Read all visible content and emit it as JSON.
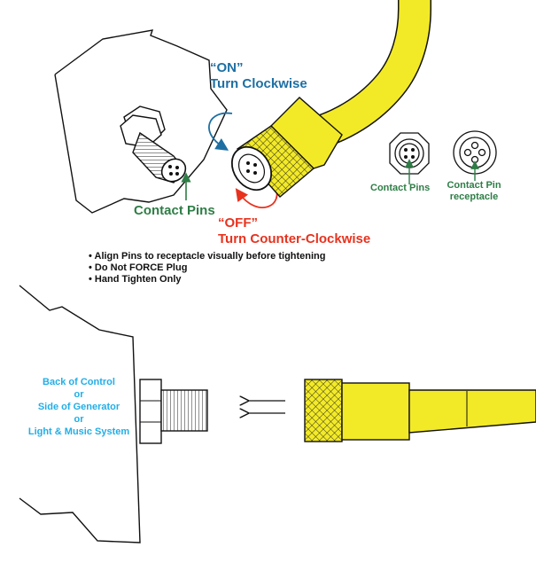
{
  "colors": {
    "cable_yellow": "#f3ea27",
    "on_blue": "#1d6fa3",
    "off_red": "#e8321e",
    "pins_green": "#2e7d46",
    "mount_cyan": "#22aee6",
    "outline": "#111111"
  },
  "labels": {
    "on_title": "“ON”",
    "on_action": "Turn Clockwise",
    "off_title": "“OFF”",
    "off_action": "Turn Counter-Clockwise",
    "contact_pins_main": "Contact Pins",
    "contact_pins_small": "Contact Pins",
    "receptacle": "Contact Pin receptacle"
  },
  "instructions": [
    "Align Pins to  receptacle visually before tightening",
    "Do Not FORCE Plug",
    "Hand Tighten Only"
  ],
  "mount_locations": [
    "Back of Control",
    "or",
    "Side of Generator",
    "or",
    "Light & Music System"
  ],
  "icons": [
    "rotate-clockwise-arrow-icon",
    "rotate-counterclockwise-arrow-icon",
    "pointer-arrow-icon",
    "insert-direction-arrow-icon"
  ]
}
